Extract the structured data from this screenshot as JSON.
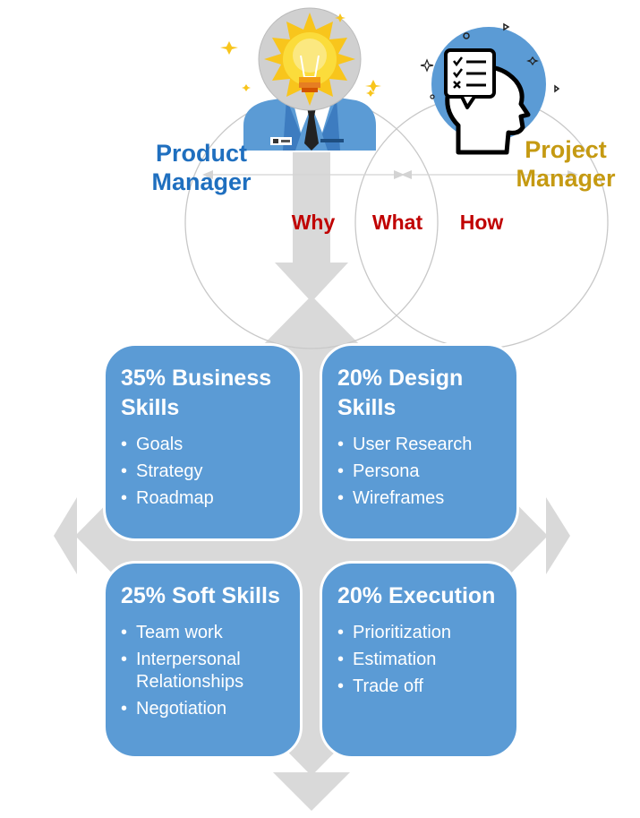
{
  "labels": {
    "product_manager": "Product Manager",
    "project_manager": "Project Manager",
    "why": "Why",
    "what": "What",
    "how": "How"
  },
  "colors": {
    "product_manager": "#1f6fbf",
    "project_manager": "#c59a12",
    "why_what_how": "#c00000",
    "card_fill": "#5b9bd5",
    "arrow_gray": "#d9d9d9"
  },
  "cards": [
    {
      "title": "35% Business Skills",
      "items": [
        "Goals",
        "Strategy",
        "Roadmap"
      ]
    },
    {
      "title": "20% Design Skills",
      "items": [
        "User Research",
        "Persona",
        "Wireframes"
      ]
    },
    {
      "title": "25% Soft Skills",
      "items": [
        "Team work",
        "Interpersonal Relationships",
        "Negotiation"
      ]
    },
    {
      "title": "20% Execution",
      "items": [
        "Prioritization",
        "Estimation",
        "Trade off"
      ]
    }
  ],
  "icons": {
    "left": "lightbulb-head-businessman-icon",
    "right": "checklist-thinking-head-icon"
  }
}
